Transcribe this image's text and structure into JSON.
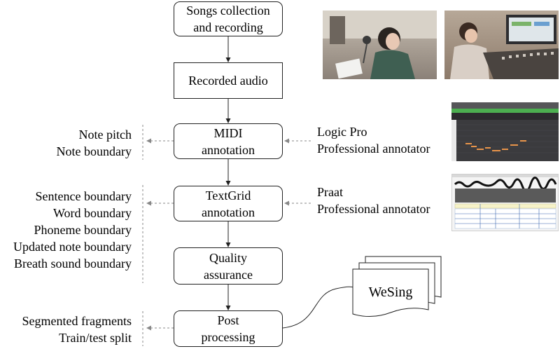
{
  "flow": {
    "songs": [
      "Songs collection",
      "and recording"
    ],
    "recorded": "Recorded audio",
    "midi": [
      "MIDI",
      "annotation"
    ],
    "textgrid": [
      "TextGrid",
      "annotation"
    ],
    "quality": [
      "Quality",
      "assurance"
    ],
    "post": [
      "Post",
      "processing"
    ]
  },
  "outputs": {
    "midi": [
      "Note pitch",
      "Note boundary"
    ],
    "textgrid": [
      "Sentence boundary",
      "Word boundary",
      "Phoneme boundary",
      "Updated note boundary",
      "Breath sound boundary"
    ],
    "post": [
      "Segmented fragments",
      "Train/test split"
    ]
  },
  "tools": {
    "midi": [
      "Logic Pro",
      "Professional annotator"
    ],
    "textgrid": [
      "Praat",
      "Professional annotator"
    ]
  },
  "dataset": {
    "name": "WeSing"
  },
  "colors": {
    "line": "#222222",
    "dashed": "#888888",
    "accent_green": "#4caf50",
    "note_orange": "#e8944a"
  },
  "images": [
    "singer-recording-photo",
    "engineer-mixing-console-photo",
    "logic-pro-screenshot",
    "praat-screenshot"
  ]
}
